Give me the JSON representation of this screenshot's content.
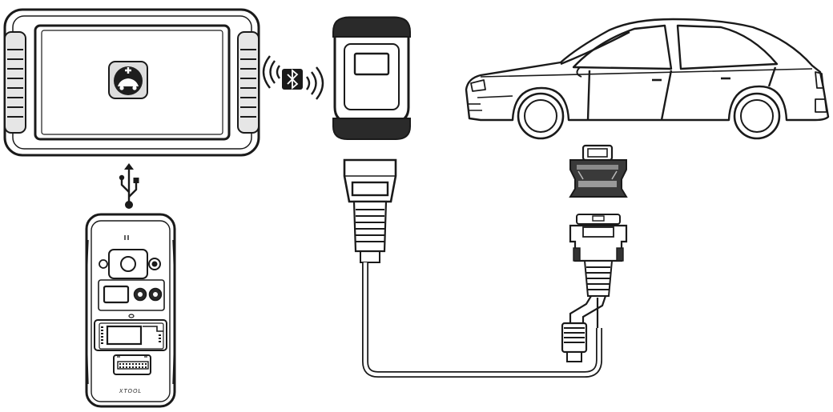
{
  "diagram": {
    "components": {
      "tablet": {
        "icon": "car-diagnostic-app-icon"
      },
      "usb_link": {
        "icon": "usb-icon"
      },
      "programmer_box": {
        "brand_label": "XTOOL"
      },
      "bluetooth_link": {
        "icon": "bluetooth-icon"
      },
      "vci_module": {
        "icon": "vci-dongle"
      },
      "obd_cable": {
        "icon": "obd2-cable"
      },
      "adapter": {
        "icon": "obd-adapter"
      },
      "db_connector_cable": {
        "icon": "db15-connector"
      },
      "car": {
        "icon": "sedan-car-outline"
      }
    },
    "colors": {
      "stroke": "#1a1a1a",
      "fill_dark": "#222222",
      "fill_mid": "#555555",
      "fill_light": "#ffffff"
    }
  }
}
